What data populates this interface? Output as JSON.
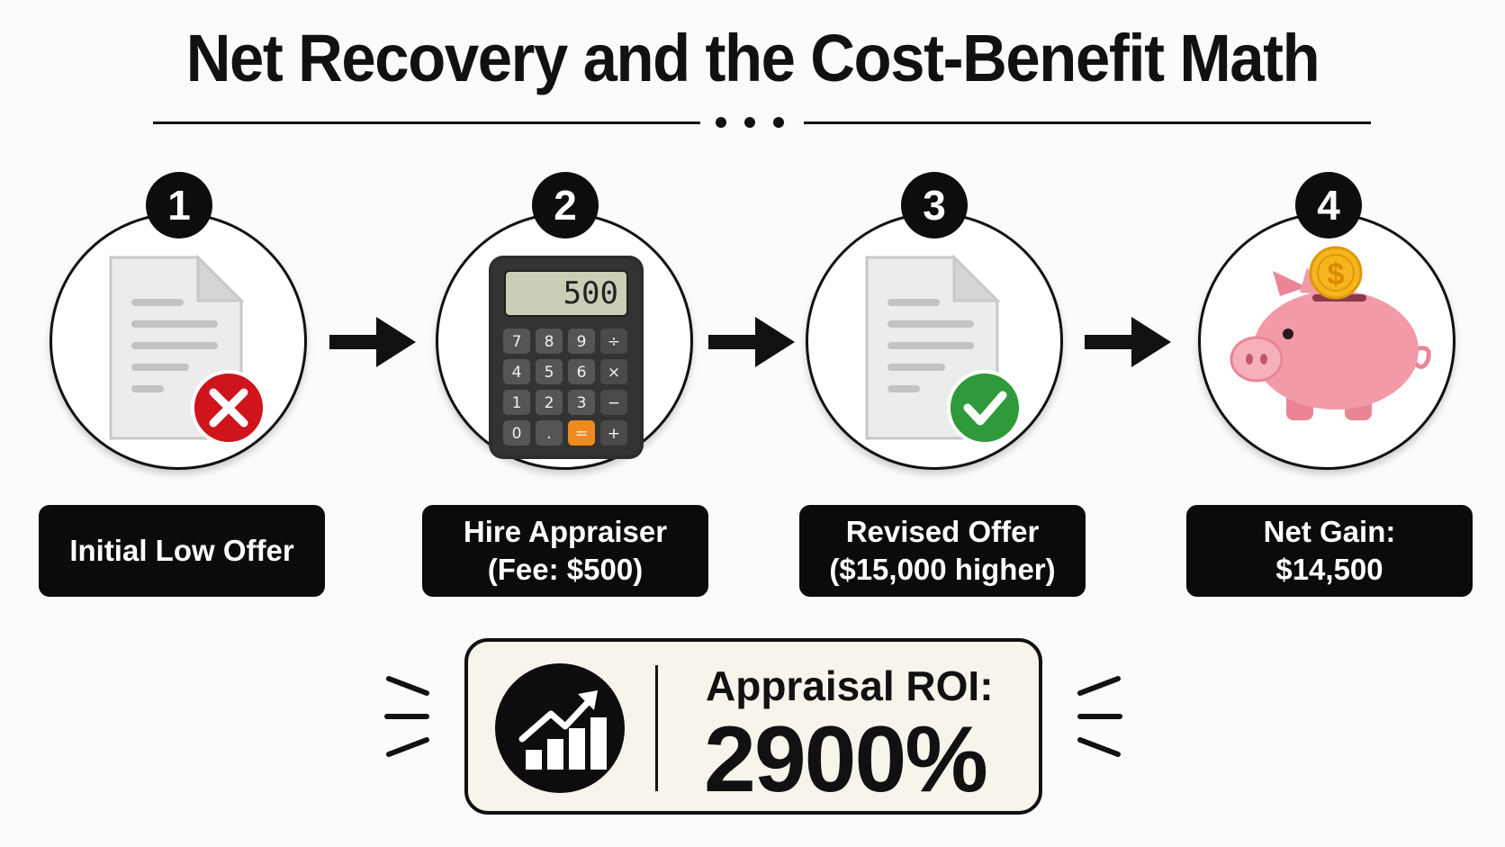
{
  "title": "Net Recovery and the Cost-Benefit Math",
  "steps": [
    {
      "number": "1",
      "lines": [
        "Initial Low Offer"
      ],
      "icon": "rejected-document-icon"
    },
    {
      "number": "2",
      "lines": [
        "Hire Appraiser",
        "(Fee: $500)"
      ],
      "icon": "calculator-icon",
      "display": "500",
      "keys": [
        "7",
        "8",
        "9",
        "÷",
        "4",
        "5",
        "6",
        "×",
        "1",
        "2",
        "3",
        "−",
        "0",
        ".",
        "=",
        "+"
      ]
    },
    {
      "number": "3",
      "lines": [
        "Revised Offer",
        "($15,000 higher)"
      ],
      "icon": "approved-document-icon"
    },
    {
      "number": "4",
      "lines": [
        "Net Gain:",
        "$14,500"
      ],
      "icon": "piggy-bank-icon",
      "coin_symbol": "$"
    }
  ],
  "roi": {
    "label": "Appraisal ROI:",
    "value": "2900%",
    "icon": "growth-chart-icon"
  },
  "colors": {
    "ink": "#111111",
    "reject_red": "#d0141c",
    "approve_green": "#2f9a3a",
    "calc_body": "#2d2d2d",
    "calc_screen": "#c9cfb7",
    "calc_accent": "#f08a1e",
    "piggy_pink": "#f29aa7",
    "coin_gold": "#f5b51c",
    "roi_background": "#f7f4ec"
  }
}
